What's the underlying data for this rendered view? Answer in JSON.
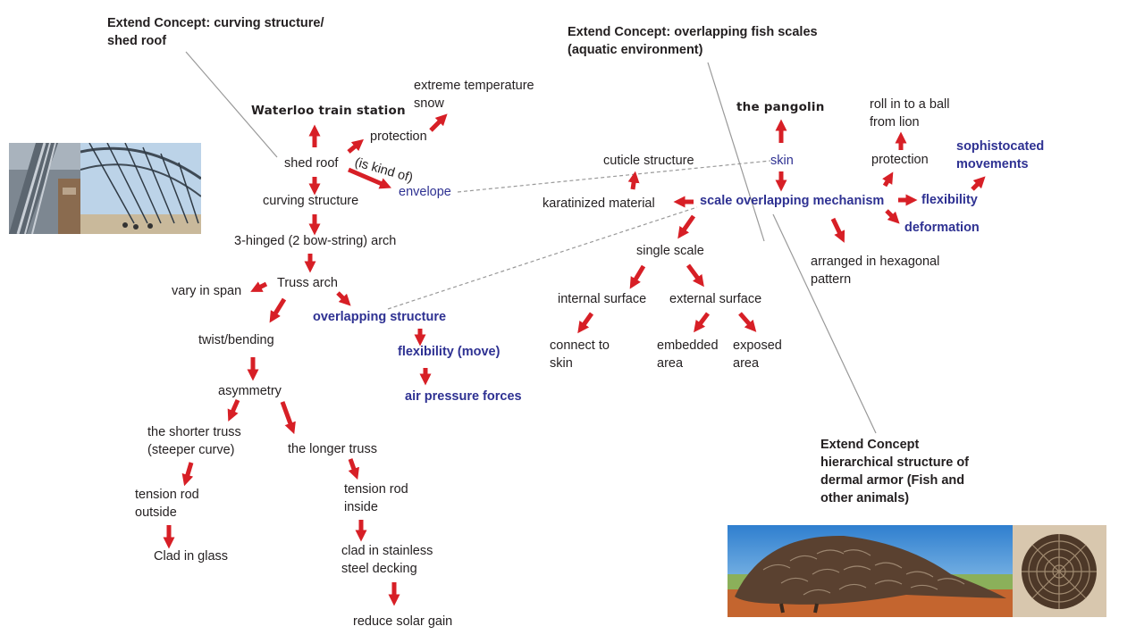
{
  "concepts": {
    "curving": "Extend Concept: curving structure/\nshed roof",
    "fish_scales": "Extend Concept: overlapping fish scales\n(aquatic environment)",
    "dermal": "Extend Concept\nhierarchical structure of\ndermal armor (Fish and\nother animals)"
  },
  "left": {
    "waterloo": "Waterloo train station",
    "extreme_temp": "extreme temperature\nsnow",
    "protection": "protection",
    "shed_roof": "shed roof",
    "is_kind_of": "(is kind of)",
    "envelope": "envelope",
    "curving_structure": "curving structure",
    "arch": "3-hinged (2 bow-string) arch",
    "truss_arch": "Truss arch",
    "vary_span": "vary in span",
    "overlapping_structure": "overlapping structure",
    "flexibility_move": "flexibility (move)",
    "air_pressure": "air pressure forces",
    "twist": "twist/bending",
    "asymmetry": "asymmetry",
    "shorter_truss": "the shorter truss\n(steeper curve)",
    "longer_truss": "the longer truss",
    "rod_outside": "tension rod\noutside",
    "rod_inside": "tension rod\ninside",
    "clad_glass": "Clad in glass",
    "clad_steel": "clad in stainless\nsteel decking",
    "solar_gain": "reduce solar gain"
  },
  "right": {
    "pangolin": "the pangolin",
    "skin": "skin",
    "cuticle": "cuticle structure",
    "material": "karatinized  material",
    "scale_mech": "scale overlapping mechanism",
    "roll": "roll in to a ball\nfrom lion",
    "protection": "protection",
    "sophisticated": "sophistocated\nmovements",
    "flexibility": "flexibility",
    "deformation": "deformation",
    "hexagonal": "arranged in hexagonal\npattern",
    "single_scale": "single scale",
    "internal": "internal surface",
    "external": "external surface",
    "connect": "connect to\nskin",
    "embedded": "embedded\narea",
    "exposed": "exposed\narea"
  },
  "colors": {
    "arrow": "#d71f26",
    "blue_text": "#2e3192",
    "text": "#231f20",
    "connector": "#999999"
  }
}
